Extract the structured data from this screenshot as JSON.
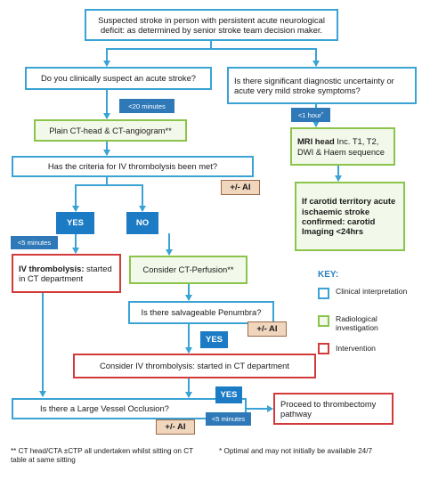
{
  "boxes": {
    "start": "Suspected stroke in person with persistent acute neurological deficit: as determined by senior stroke team decision maker.",
    "clinical_suspect": "Do you clinically suspect an acute stroke?",
    "uncertainty": "Is there significant diagnostic uncertainty or acute very mild stroke symptoms?",
    "plain_ct": "Plain CT-head & CT-angiogram**",
    "mri_bold": "MRI head",
    "mri_rest": " Inc. T1, T2, DWI & Haem sequence",
    "carotid": "If carotid territory acute ischaemic stroke confirmed: carotid Imaging <24hrs",
    "criteria": "Has the criteria for IV thrombolysis been met?",
    "iv_thrombolysis_bold": "IV thrombolysis:",
    "iv_thrombolysis_rest": " started in CT department",
    "ct_perfusion": "Consider CT-Perfusion**",
    "penumbra": "Is there salvageable Penumbra?",
    "consider_iv": "Consider IV thrombolysis: started in CT department",
    "lvo": "Is there a Large Vessel Occlusion?",
    "thrombectomy": "Proceed to thrombectomy pathway"
  },
  "tags": {
    "t20": "<20 minutes",
    "t1h": "<1 hour",
    "t1h_mark": "*",
    "t5a": "<5 minutes",
    "t5b": "<5 minutes"
  },
  "decisions": {
    "yes1": "YES",
    "no1": "NO",
    "yes2": "YES",
    "yes3": "YES",
    "ai1": "+/- AI",
    "ai2": "+/- AI",
    "ai3": "+/- AI"
  },
  "key": {
    "title": "KEY:",
    "items": [
      {
        "label": "Clinical interpretation",
        "color": "#3aa3d4"
      },
      {
        "label": "Radiological investigation",
        "color": "#8bc44a"
      },
      {
        "label": "Intervention",
        "color": "#d33a3a"
      }
    ]
  },
  "footnotes": {
    "left": "** CT head/CTA ±CTP all undertaken whilst sitting on CT table at same sitting",
    "right": "* Optimal and may not initially be available 24/7"
  },
  "colors": {
    "clinical": "#3aa3d4",
    "radiological": "#8bc44a",
    "intervention": "#d33a3a",
    "tag": "#2f79b8",
    "yes_no": "#1b7bc4",
    "ai": "#f1d6be"
  }
}
